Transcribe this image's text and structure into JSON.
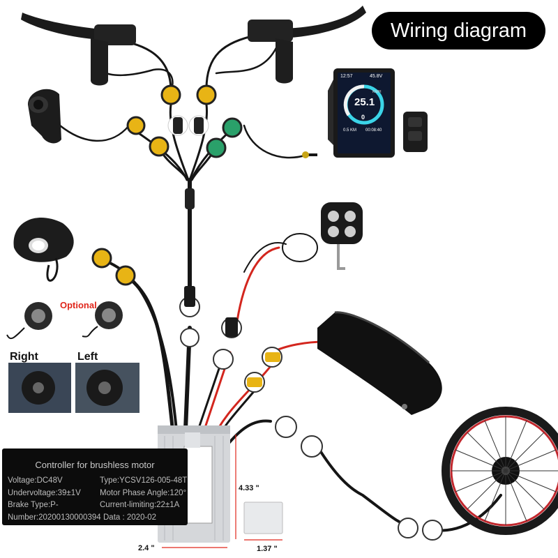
{
  "title": "Wiring diagram",
  "labels": {
    "optional": "Optional",
    "right": "Right",
    "left": "Left"
  },
  "dimensions": {
    "height": "4.33 \"",
    "width": "2.4 \"",
    "depth": "1.37 \""
  },
  "display": {
    "time": "12:57",
    "voltage": "45.8V",
    "speed": "25.1",
    "unit": "KM/H",
    "level": "0",
    "trip": "0.5 KM",
    "clock": "00:08:40"
  },
  "controller_plate": {
    "heading": "Controller for brushless motor",
    "voltage": "Voltage:DC48V",
    "type": "Type:YCSV126-005-48T",
    "undervoltage": "Undervoltage:39±1V",
    "phase_angle": "Motor Phase Angle:120°",
    "brake_type": "Brake Type:P-",
    "current_limit": "Current-limiting:22±1A",
    "number": "Number:20200130000394",
    "date": "Data : 2020-02"
  },
  "colors": {
    "connector_yellow": "#e8b415",
    "connector_green": "#2aa06a",
    "cable_red": "#d3261e",
    "cable_black": "#151515",
    "accent_red": "#e0261b"
  },
  "icons": {
    "brake_lever": "brake-lever-icon",
    "throttle": "thumb-throttle-icon",
    "headlight": "headlight-icon",
    "battery": "battery-icon",
    "wheel": "hub-motor-wheel-icon",
    "controller": "controller-box-icon"
  }
}
